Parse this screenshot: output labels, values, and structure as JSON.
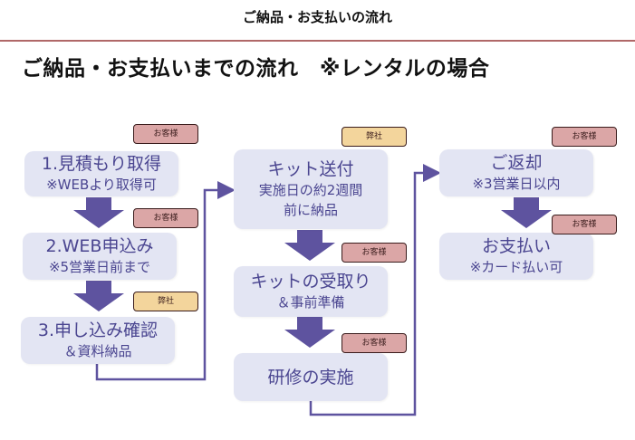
{
  "header": {
    "title": "ご納品・お支払いの流れ"
  },
  "page_title": "ご納品・お支払いまでの流れ　※レンタルの場合",
  "colors": {
    "accent_rule": "#b06868",
    "box_bg": "#e3e5f3",
    "text": "#4a4590",
    "arrow": "#5e539f",
    "badge_customer": "#dba6a6",
    "badge_company": "#f3d59c"
  },
  "steps": [
    {
      "main": "1.見積もり取得",
      "sub": "※WEBより取得可",
      "badge": "お客様",
      "actor": "customer"
    },
    {
      "main": "2.WEB申込み",
      "sub": "※5営業日前まで",
      "badge": "お客様",
      "actor": "customer"
    },
    {
      "main": "3.申し込み確認",
      "sub": "＆資料納品",
      "badge": "弊社",
      "actor": "company"
    },
    {
      "main": "キット送付",
      "sub": "実施日の約2週間",
      "sub2": "前に納品",
      "badge": "弊社",
      "actor": "company"
    },
    {
      "main": "キットの受取り",
      "sub": "＆事前準備",
      "badge": "お客様",
      "actor": "customer"
    },
    {
      "main": "研修の実施",
      "badge": "お客様",
      "actor": "customer"
    },
    {
      "main": "ご返却",
      "sub": "※3営業日以内",
      "badge": "お客様",
      "actor": "customer"
    },
    {
      "main": "お支払い",
      "sub": "※カード払い可",
      "badge": "お客様",
      "actor": "customer"
    }
  ]
}
